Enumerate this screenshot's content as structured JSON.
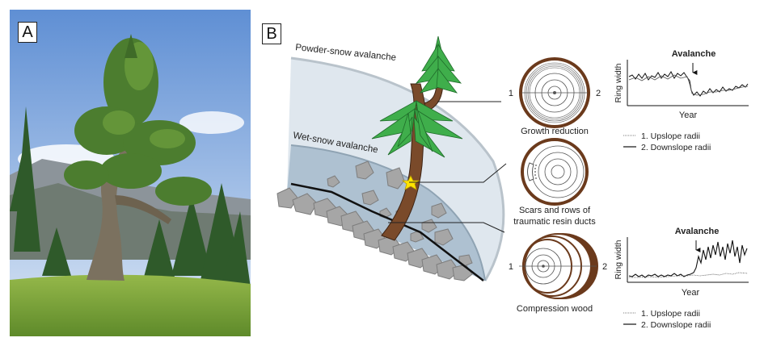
{
  "panel_a": {
    "label": "A"
  },
  "panel_b": {
    "label": "B"
  },
  "labels": {
    "powder": "Powder-snow avalanche",
    "wet": "Wet-snow avalanche",
    "growth_reduction": "Growth reduction",
    "scars_line1": "Scars and rows of",
    "scars_line2": "traumatic resin ducts",
    "compression_wood": "Compression wood",
    "radius_1": "1",
    "radius_2": "2"
  },
  "charts": {
    "top": {
      "title": "Avalanche",
      "ylabel": "Ring width",
      "xlabel": "Year"
    },
    "bottom": {
      "title": "Avalanche",
      "ylabel": "Ring width",
      "xlabel": "Year"
    }
  },
  "legend": {
    "upslope": "1.  Upslope radii",
    "downslope": "2.  Downslope radii"
  },
  "colors": {
    "sky_top": "#6e9ad6",
    "sky_bottom": "#d6e3f3",
    "grass": "#7fa83c",
    "trunk": "#7a4a2a",
    "needles": "#3fae4b",
    "snow_outer": "#cfdbe6",
    "snow_inner": "#9fb6c9",
    "rock": "#a7a7a7",
    "ring_edge": "#6b3a1c",
    "star": "#ffe400"
  }
}
